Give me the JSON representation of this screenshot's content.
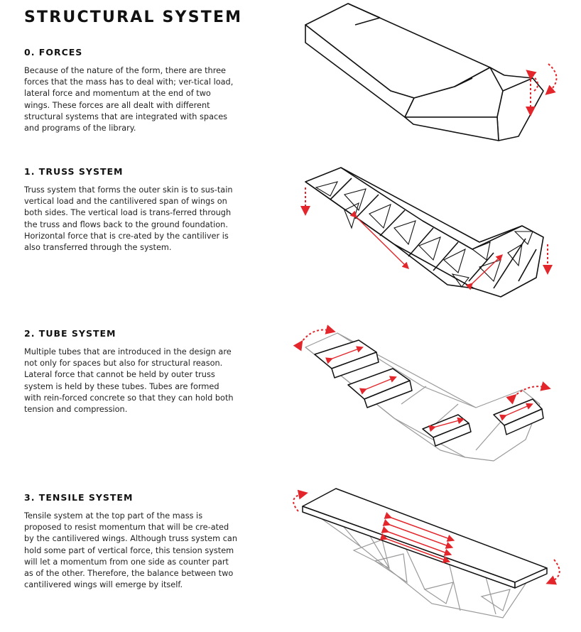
{
  "page": {
    "title": "STRUCTURAL SYSTEM"
  },
  "sections": [
    {
      "heading": "0. FORCES",
      "text": "Because of the nature of the form, there are three forces that the mass has to deal with; ver-tical load, lateral force and momentum at the end of two wings. These forces are all dealt with different structural systems that are integrated with spaces and programs of the library."
    },
    {
      "heading": "1. TRUSS SYSTEM",
      "text": "Truss system that forms the outer skin is to sus-tain vertical load and the cantilivered span of wings on both sides. The vertical load is trans-ferred through the truss and flows back to the ground foundation. Horizontal force that is cre-ated by the cantiliver is also transferred through the system."
    },
    {
      "heading": "2. TUBE SYSTEM",
      "text": "Multiple tubes that are introduced in the design are not only for spaces but also for structural reason. Lateral force that cannot be held by outer truss system is held by these tubes. Tubes are formed with rein-forced concrete so that they can hold both tension and compression."
    },
    {
      "heading": "3. TENSILE SYSTEM",
      "text": "Tensile system at the top part of the mass is proposed to resist momentum that will be cre-ated by the cantilivered wings. Although truss system can hold some part of vertical force, this tension system will let a momentum from one side as counter part as of the other. Therefore, the balance between two cantilivered wings will emerge by itself."
    }
  ],
  "colors": {
    "accent": "#e3262b",
    "ink": "#111111",
    "ghost": "#9a9a9a"
  },
  "figures": [
    {
      "name": "forces-diagram",
      "arrows": [
        "curved-momentum-arrow",
        "vertical-load-arrow",
        "lateral-force-arrow"
      ]
    },
    {
      "name": "truss-diagram",
      "arrows": [
        "vertical-load-arrow-left",
        "vertical-load-arrow-right",
        "force-transfer-arrows"
      ]
    },
    {
      "name": "tube-diagram",
      "arrows": [
        "momentum-arrow-left",
        "momentum-arrow-right",
        "tube-lateral-arrows"
      ]
    },
    {
      "name": "tensile-diagram",
      "arrows": [
        "momentum-arrow-left",
        "momentum-arrow-right",
        "tension-arrows"
      ]
    }
  ]
}
